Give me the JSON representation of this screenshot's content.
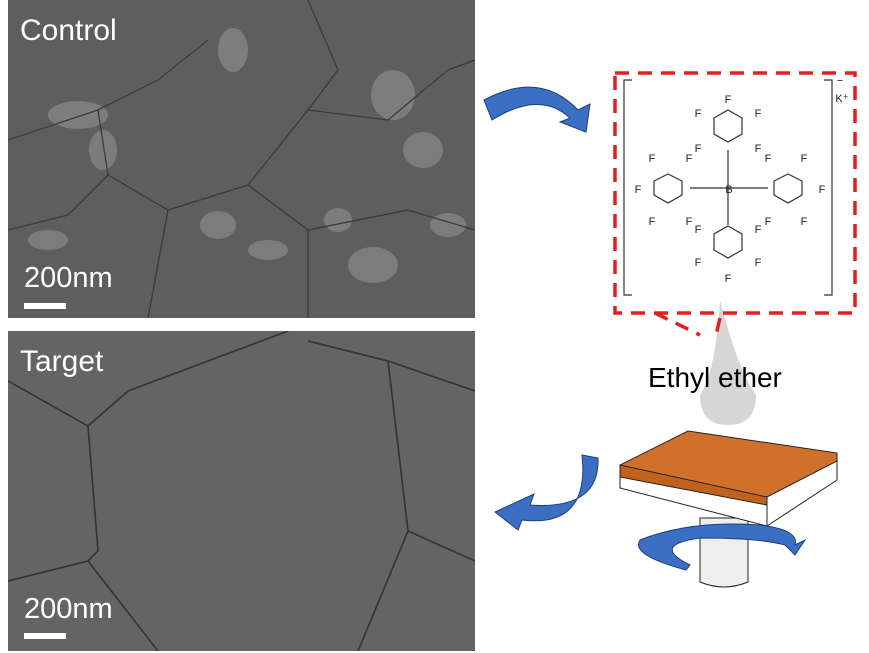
{
  "panels": [
    {
      "label": "Control",
      "scale_bar": "200nm"
    },
    {
      "label": "Target",
      "scale_bar": "200nm"
    }
  ],
  "structure": {
    "center_atom": "B",
    "substituent_atom": "F",
    "counter_ion": "K⁺",
    "charge": "−"
  },
  "solvent_label": "Ethyl ether",
  "colors": {
    "arrow": "#3a6fc4",
    "film": "#d0702a",
    "highlight": "#e02020"
  }
}
